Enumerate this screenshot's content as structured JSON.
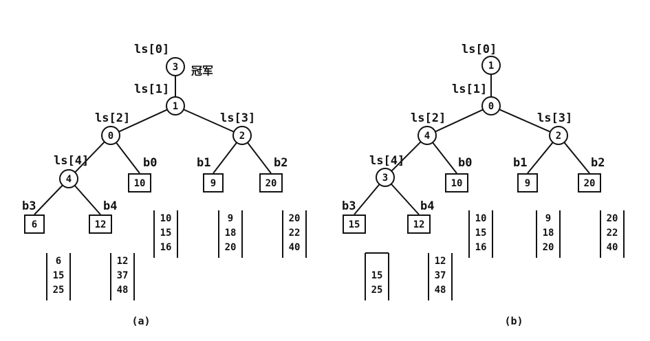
{
  "diagrams": [
    {
      "caption": "(a)",
      "winner_label": "冠军",
      "nodes": [
        {
          "id": "ls0",
          "label": "ls[0]",
          "value": "3"
        },
        {
          "id": "ls1",
          "label": "ls[1]",
          "value": "1"
        },
        {
          "id": "ls2",
          "label": "ls[2]",
          "value": "0"
        },
        {
          "id": "ls3",
          "label": "ls[3]",
          "value": "2"
        },
        {
          "id": "ls4",
          "label": "ls[4]",
          "value": "4"
        }
      ],
      "leaves": [
        {
          "id": "b0",
          "label": "b0",
          "value": "10"
        },
        {
          "id": "b1",
          "label": "b1",
          "value": "9"
        },
        {
          "id": "b2",
          "label": "b2",
          "value": "20"
        },
        {
          "id": "b3",
          "label": "b3",
          "value": "6"
        },
        {
          "id": "b4",
          "label": "b4",
          "value": "12"
        }
      ],
      "runs": [
        {
          "id": "b0",
          "values": [
            "10",
            "15",
            "16"
          ]
        },
        {
          "id": "b1",
          "values": [
            "9",
            "18",
            "20"
          ]
        },
        {
          "id": "b2",
          "values": [
            "20",
            "22",
            "40"
          ]
        },
        {
          "id": "b3",
          "values": [
            "6",
            "15",
            "25"
          ]
        },
        {
          "id": "b4",
          "values": [
            "12",
            "37",
            "48"
          ]
        }
      ]
    },
    {
      "caption": "(b)",
      "winner_label": "",
      "nodes": [
        {
          "id": "ls0",
          "label": "ls[0]",
          "value": "1"
        },
        {
          "id": "ls1",
          "label": "ls[1]",
          "value": "0"
        },
        {
          "id": "ls2",
          "label": "ls[2]",
          "value": "4"
        },
        {
          "id": "ls3",
          "label": "ls[3]",
          "value": "2"
        },
        {
          "id": "ls4",
          "label": "ls[4]",
          "value": "3"
        }
      ],
      "leaves": [
        {
          "id": "b0",
          "label": "b0",
          "value": "10"
        },
        {
          "id": "b1",
          "label": "b1",
          "value": "9"
        },
        {
          "id": "b2",
          "label": "b2",
          "value": "20"
        },
        {
          "id": "b3",
          "label": "b3",
          "value": "15"
        },
        {
          "id": "b4",
          "label": "b4",
          "value": "12"
        }
      ],
      "runs": [
        {
          "id": "b0",
          "values": [
            "10",
            "15",
            "16"
          ]
        },
        {
          "id": "b1",
          "values": [
            "9",
            "18",
            "20"
          ]
        },
        {
          "id": "b2",
          "values": [
            "20",
            "22",
            "40"
          ]
        },
        {
          "id": "b3",
          "values": [
            "",
            "15",
            "25"
          ]
        },
        {
          "id": "b4",
          "values": [
            "12",
            "37",
            "48"
          ]
        }
      ]
    }
  ]
}
